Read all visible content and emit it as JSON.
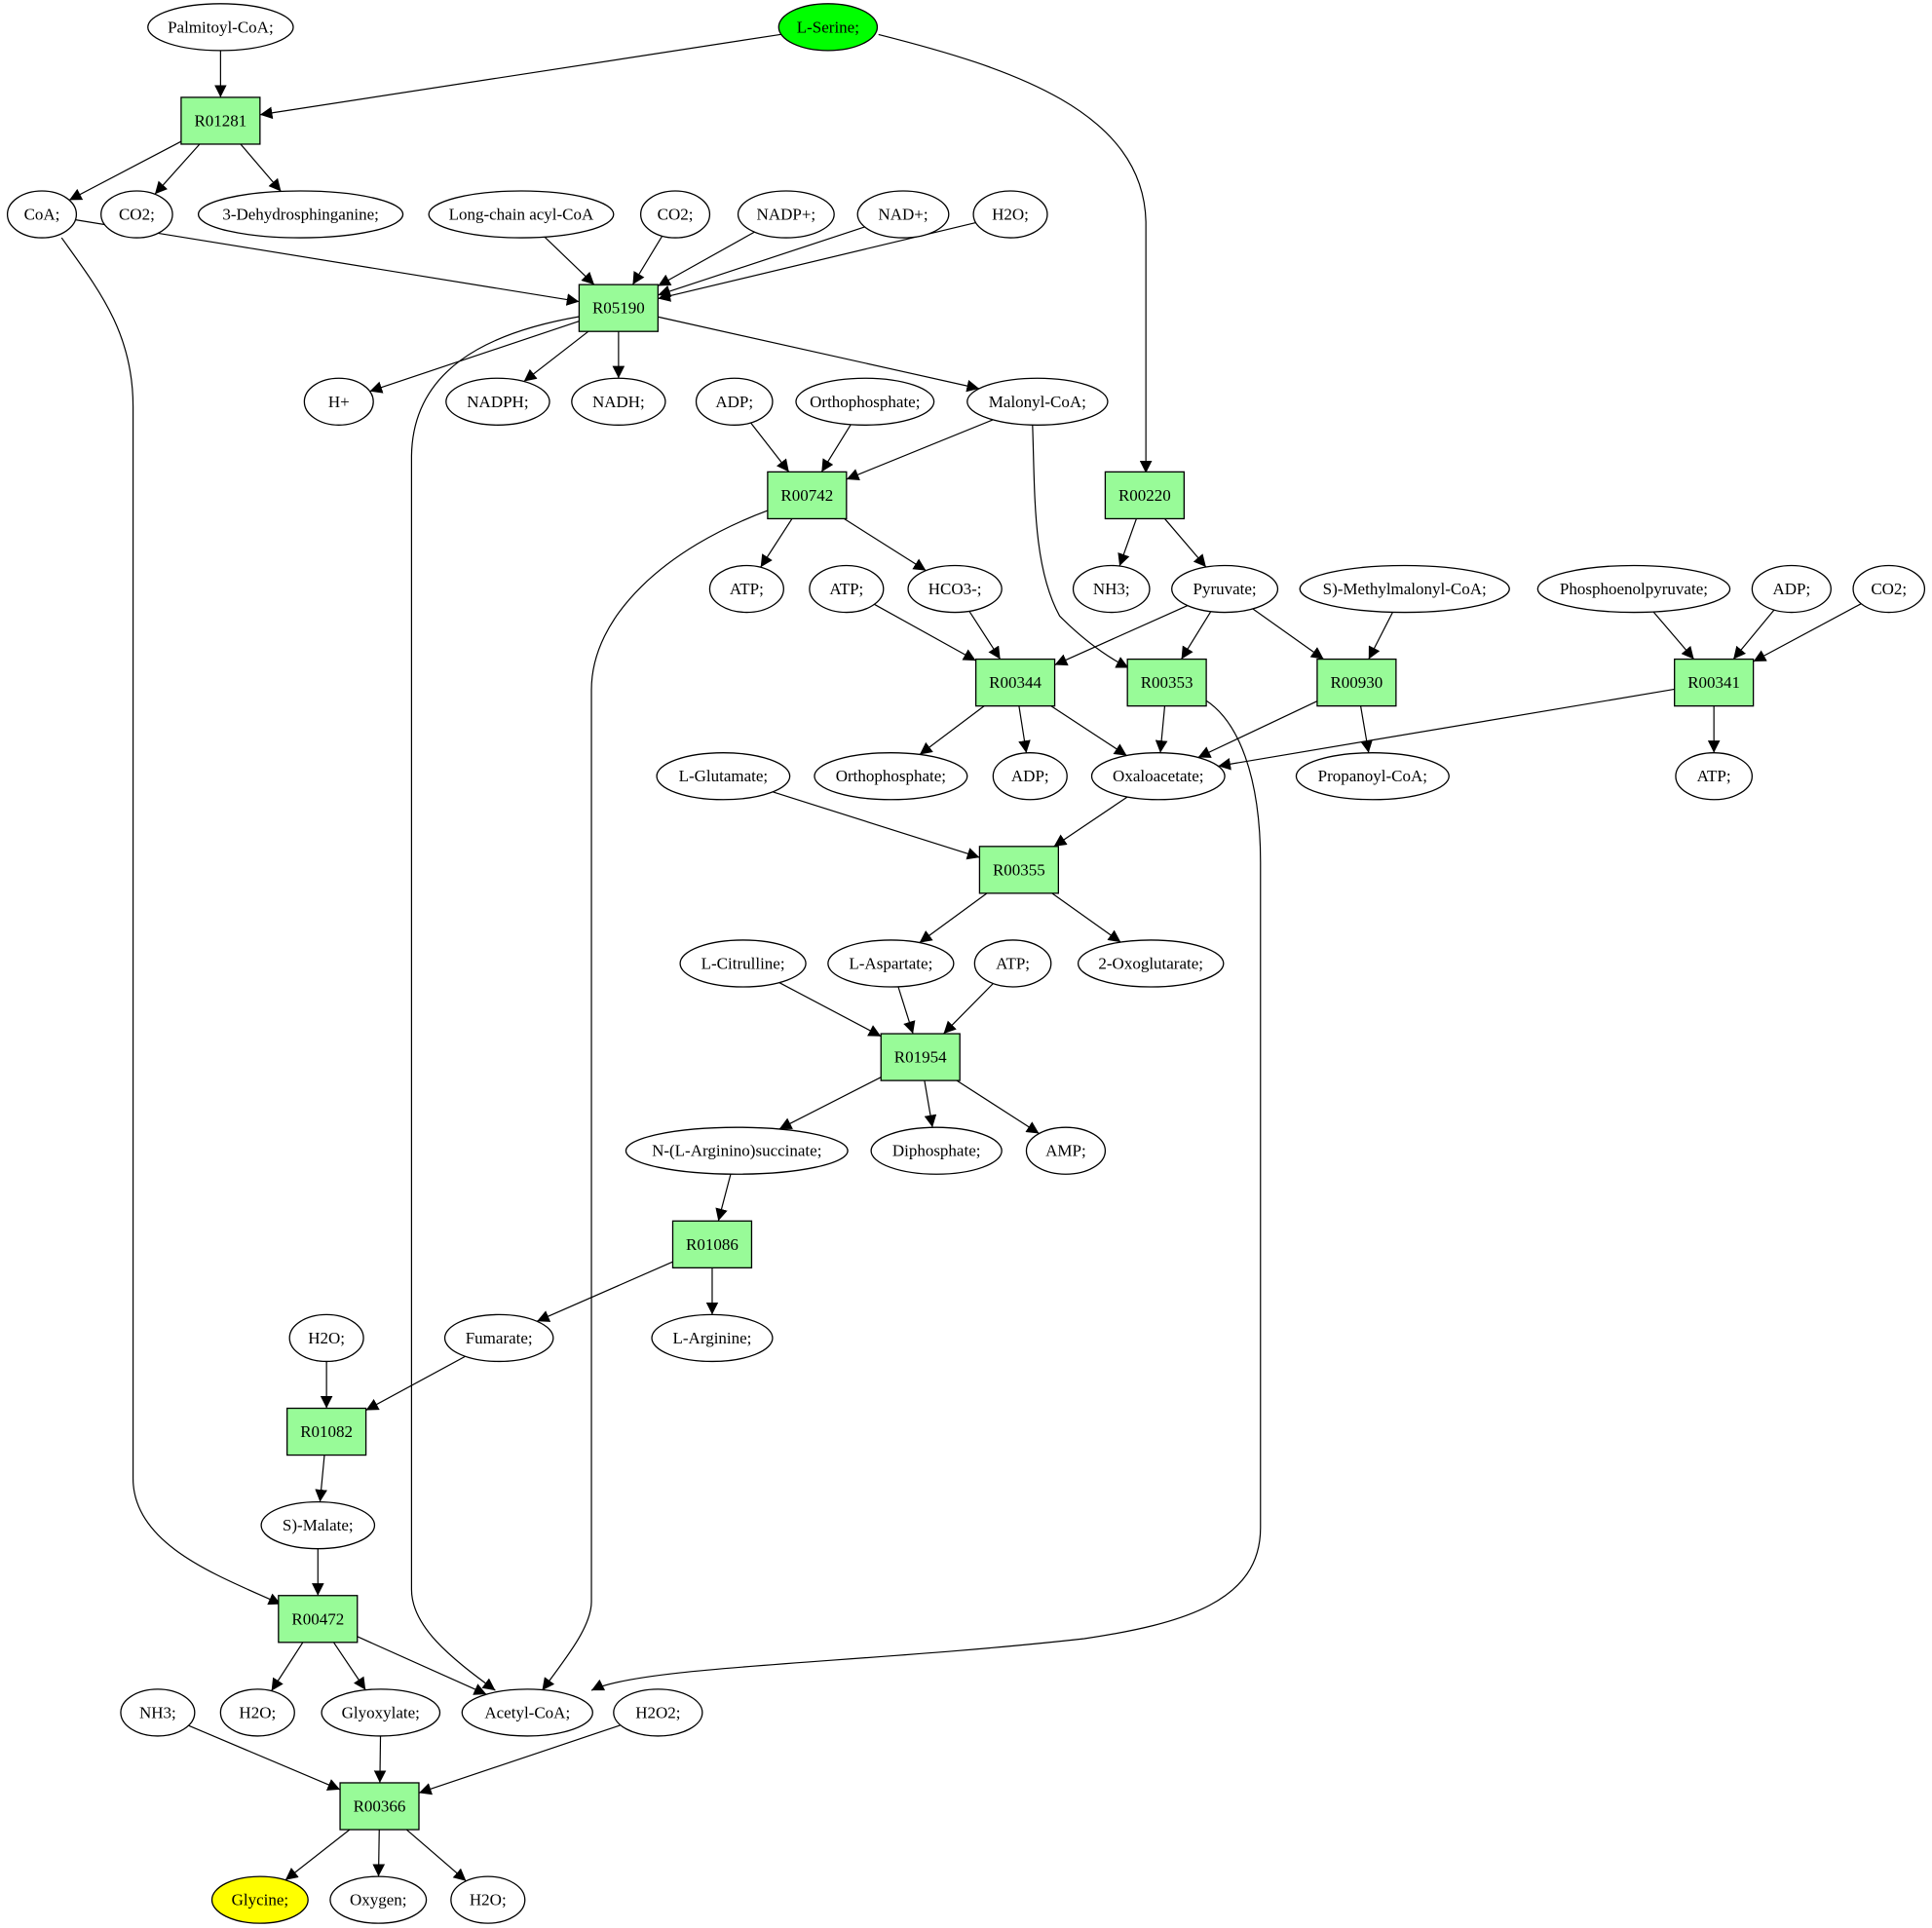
{
  "colors": {
    "reaction_fill": "#98fb98",
    "source_fill": "#00ff00",
    "target_fill": "#ffff00",
    "metabolite_fill": "#ffffff"
  },
  "nodes": [
    {
      "id": "m_palmitoyl",
      "label": "Palmitoyl-CoA;",
      "kind": "metabolite"
    },
    {
      "id": "m_serine",
      "label": "L-Serine;",
      "kind": "source"
    },
    {
      "id": "r_R01281",
      "label": "R01281",
      "kind": "reaction"
    },
    {
      "id": "m_coa",
      "label": "CoA;",
      "kind": "metabolite"
    },
    {
      "id": "m_co2_a",
      "label": "CO2;",
      "kind": "metabolite"
    },
    {
      "id": "m_dehydrosph",
      "label": "3-Dehydrosphinganine;",
      "kind": "metabolite"
    },
    {
      "id": "m_longchain",
      "label": "Long-chain acyl-CoA",
      "kind": "metabolite"
    },
    {
      "id": "m_co2_b",
      "label": "CO2;",
      "kind": "metabolite"
    },
    {
      "id": "m_nadp",
      "label": "NADP+;",
      "kind": "metabolite"
    },
    {
      "id": "m_nad",
      "label": "NAD+;",
      "kind": "metabolite"
    },
    {
      "id": "m_h2o_a",
      "label": "H2O;",
      "kind": "metabolite"
    },
    {
      "id": "r_R05190",
      "label": "R05190",
      "kind": "reaction"
    },
    {
      "id": "m_hplus",
      "label": "H+",
      "kind": "metabolite"
    },
    {
      "id": "m_nadph",
      "label": "NADPH;",
      "kind": "metabolite"
    },
    {
      "id": "m_nadh",
      "label": "NADH;",
      "kind": "metabolite"
    },
    {
      "id": "m_adp_a",
      "label": "ADP;",
      "kind": "metabolite"
    },
    {
      "id": "m_ortho_a",
      "label": "Orthophosphate;",
      "kind": "metabolite"
    },
    {
      "id": "m_malonyl",
      "label": "Malonyl-CoA;",
      "kind": "metabolite"
    },
    {
      "id": "r_R00742",
      "label": "R00742",
      "kind": "reaction"
    },
    {
      "id": "r_R00220",
      "label": "R00220",
      "kind": "reaction"
    },
    {
      "id": "m_atp_a",
      "label": "ATP;",
      "kind": "metabolite"
    },
    {
      "id": "m_atp_b",
      "label": "ATP;",
      "kind": "metabolite"
    },
    {
      "id": "m_hco3",
      "label": "HCO3-;",
      "kind": "metabolite"
    },
    {
      "id": "m_nh3_a",
      "label": "NH3;",
      "kind": "metabolite"
    },
    {
      "id": "m_pyruvate",
      "label": "Pyruvate;",
      "kind": "metabolite"
    },
    {
      "id": "m_smethylmalonyl",
      "label": "S)-Methylmalonyl-CoA;",
      "kind": "metabolite"
    },
    {
      "id": "m_pep",
      "label": "Phosphoenolpyruvate;",
      "kind": "metabolite"
    },
    {
      "id": "m_adp_b",
      "label": "ADP;",
      "kind": "metabolite"
    },
    {
      "id": "m_co2_c",
      "label": "CO2;",
      "kind": "metabolite"
    },
    {
      "id": "r_R00344",
      "label": "R00344",
      "kind": "reaction"
    },
    {
      "id": "r_R00353",
      "label": "R00353",
      "kind": "reaction"
    },
    {
      "id": "r_R00930",
      "label": "R00930",
      "kind": "reaction"
    },
    {
      "id": "r_R00341",
      "label": "R00341",
      "kind": "reaction"
    },
    {
      "id": "m_glutamate",
      "label": "L-Glutamate;",
      "kind": "metabolite"
    },
    {
      "id": "m_ortho_b",
      "label": "Orthophosphate;",
      "kind": "metabolite"
    },
    {
      "id": "m_adp_c",
      "label": "ADP;",
      "kind": "metabolite"
    },
    {
      "id": "m_oxaloacetate",
      "label": "Oxaloacetate;",
      "kind": "metabolite"
    },
    {
      "id": "m_propanoyl",
      "label": "Propanoyl-CoA;",
      "kind": "metabolite"
    },
    {
      "id": "m_atp_c",
      "label": "ATP;",
      "kind": "metabolite"
    },
    {
      "id": "r_R00355",
      "label": "R00355",
      "kind": "reaction"
    },
    {
      "id": "m_citrulline",
      "label": "L-Citrulline;",
      "kind": "metabolite"
    },
    {
      "id": "m_aspartate",
      "label": "L-Aspartate;",
      "kind": "metabolite"
    },
    {
      "id": "m_atp_d",
      "label": "ATP;",
      "kind": "metabolite"
    },
    {
      "id": "m_oxoglutarate",
      "label": "2-Oxoglutarate;",
      "kind": "metabolite"
    },
    {
      "id": "r_R01954",
      "label": "R01954",
      "kind": "reaction"
    },
    {
      "id": "m_argsucc",
      "label": "N-(L-Arginino)succinate;",
      "kind": "metabolite"
    },
    {
      "id": "m_diphosphate",
      "label": "Diphosphate;",
      "kind": "metabolite"
    },
    {
      "id": "m_amp",
      "label": "AMP;",
      "kind": "metabolite"
    },
    {
      "id": "r_R01086",
      "label": "R01086",
      "kind": "reaction"
    },
    {
      "id": "m_h2o_b",
      "label": "H2O;",
      "kind": "metabolite"
    },
    {
      "id": "m_fumarate",
      "label": "Fumarate;",
      "kind": "metabolite"
    },
    {
      "id": "m_arginine",
      "label": "L-Arginine;",
      "kind": "metabolite"
    },
    {
      "id": "r_R01082",
      "label": "R01082",
      "kind": "reaction"
    },
    {
      "id": "m_smalate",
      "label": "S)-Malate;",
      "kind": "metabolite"
    },
    {
      "id": "r_R00472",
      "label": "R00472",
      "kind": "reaction"
    },
    {
      "id": "m_nh3_b",
      "label": "NH3;",
      "kind": "metabolite"
    },
    {
      "id": "m_h2o_c",
      "label": "H2O;",
      "kind": "metabolite"
    },
    {
      "id": "m_glyoxylate",
      "label": "Glyoxylate;",
      "kind": "metabolite"
    },
    {
      "id": "m_acetylcoa",
      "label": "Acetyl-CoA;",
      "kind": "metabolite"
    },
    {
      "id": "m_h2o2",
      "label": "H2O2;",
      "kind": "metabolite"
    },
    {
      "id": "r_R00366",
      "label": "R00366",
      "kind": "reaction"
    },
    {
      "id": "m_glycine",
      "label": "Glycine;",
      "kind": "target"
    },
    {
      "id": "m_oxygen",
      "label": "Oxygen;",
      "kind": "metabolite"
    },
    {
      "id": "m_h2o_d",
      "label": "H2O;",
      "kind": "metabolite"
    }
  ],
  "edges": [
    {
      "from": "m_palmitoyl",
      "to": "r_R01281"
    },
    {
      "from": "m_serine",
      "to": "r_R01281"
    },
    {
      "from": "m_serine",
      "to": "r_R00220"
    },
    {
      "from": "r_R01281",
      "to": "m_coa"
    },
    {
      "from": "r_R01281",
      "to": "m_co2_a"
    },
    {
      "from": "r_R01281",
      "to": "m_dehydrosph"
    },
    {
      "from": "m_coa",
      "to": "r_R05190"
    },
    {
      "from": "m_coa",
      "to": "r_R00472"
    },
    {
      "from": "m_longchain",
      "to": "r_R05190"
    },
    {
      "from": "m_co2_b",
      "to": "r_R05190"
    },
    {
      "from": "m_nadp",
      "to": "r_R05190"
    },
    {
      "from": "m_nad",
      "to": "r_R05190"
    },
    {
      "from": "m_h2o_a",
      "to": "r_R05190"
    },
    {
      "from": "r_R05190",
      "to": "m_hplus"
    },
    {
      "from": "r_R05190",
      "to": "m_nadph"
    },
    {
      "from": "r_R05190",
      "to": "m_nadh"
    },
    {
      "from": "r_R05190",
      "to": "m_malonyl"
    },
    {
      "from": "r_R05190",
      "to": "m_acetylcoa"
    },
    {
      "from": "m_adp_a",
      "to": "r_R00742"
    },
    {
      "from": "m_ortho_a",
      "to": "r_R00742"
    },
    {
      "from": "m_malonyl",
      "to": "r_R00742"
    },
    {
      "from": "m_malonyl",
      "to": "r_R00353"
    },
    {
      "from": "r_R00742",
      "to": "m_atp_a"
    },
    {
      "from": "r_R00742",
      "to": "m_hco3"
    },
    {
      "from": "r_R00742",
      "to": "m_acetylcoa"
    },
    {
      "from": "r_R00220",
      "to": "m_nh3_a"
    },
    {
      "from": "r_R00220",
      "to": "m_pyruvate"
    },
    {
      "from": "m_atp_b",
      "to": "r_R00344"
    },
    {
      "from": "m_hco3",
      "to": "r_R00344"
    },
    {
      "from": "m_pyruvate",
      "to": "r_R00344"
    },
    {
      "from": "m_pyruvate",
      "to": "r_R00353"
    },
    {
      "from": "m_pyruvate",
      "to": "r_R00930"
    },
    {
      "from": "m_smethylmalonyl",
      "to": "r_R00930"
    },
    {
      "from": "m_pep",
      "to": "r_R00341"
    },
    {
      "from": "m_adp_b",
      "to": "r_R00341"
    },
    {
      "from": "m_co2_c",
      "to": "r_R00341"
    },
    {
      "from": "r_R00344",
      "to": "m_ortho_b"
    },
    {
      "from": "r_R00344",
      "to": "m_adp_c"
    },
    {
      "from": "r_R00344",
      "to": "m_oxaloacetate"
    },
    {
      "from": "r_R00353",
      "to": "m_oxaloacetate"
    },
    {
      "from": "r_R00353",
      "to": "m_acetylcoa"
    },
    {
      "from": "r_R00930",
      "to": "m_oxaloacetate"
    },
    {
      "from": "r_R00930",
      "to": "m_propanoyl"
    },
    {
      "from": "r_R00341",
      "to": "m_oxaloacetate"
    },
    {
      "from": "r_R00341",
      "to": "m_atp_c"
    },
    {
      "from": "m_glutamate",
      "to": "r_R00355"
    },
    {
      "from": "m_oxaloacetate",
      "to": "r_R00355"
    },
    {
      "from": "r_R00355",
      "to": "m_aspartate"
    },
    {
      "from": "r_R00355",
      "to": "m_oxoglutarate"
    },
    {
      "from": "m_citrulline",
      "to": "r_R01954"
    },
    {
      "from": "m_aspartate",
      "to": "r_R01954"
    },
    {
      "from": "m_atp_d",
      "to": "r_R01954"
    },
    {
      "from": "r_R01954",
      "to": "m_argsucc"
    },
    {
      "from": "r_R01954",
      "to": "m_diphosphate"
    },
    {
      "from": "r_R01954",
      "to": "m_amp"
    },
    {
      "from": "m_argsucc",
      "to": "r_R01086"
    },
    {
      "from": "r_R01086",
      "to": "m_fumarate"
    },
    {
      "from": "r_R01086",
      "to": "m_arginine"
    },
    {
      "from": "m_h2o_b",
      "to": "r_R01082"
    },
    {
      "from": "m_fumarate",
      "to": "r_R01082"
    },
    {
      "from": "r_R01082",
      "to": "m_smalate"
    },
    {
      "from": "m_smalate",
      "to": "r_R00472"
    },
    {
      "from": "r_R00472",
      "to": "m_h2o_c"
    },
    {
      "from": "r_R00472",
      "to": "m_glyoxylate"
    },
    {
      "from": "r_R00472",
      "to": "m_acetylcoa"
    },
    {
      "from": "m_nh3_b",
      "to": "r_R00366"
    },
    {
      "from": "m_glyoxylate",
      "to": "r_R00366"
    },
    {
      "from": "m_h2o2",
      "to": "r_R00366"
    },
    {
      "from": "r_R00366",
      "to": "m_glycine"
    },
    {
      "from": "r_R00366",
      "to": "m_oxygen"
    },
    {
      "from": "r_R00366",
      "to": "m_h2o_d"
    }
  ]
}
